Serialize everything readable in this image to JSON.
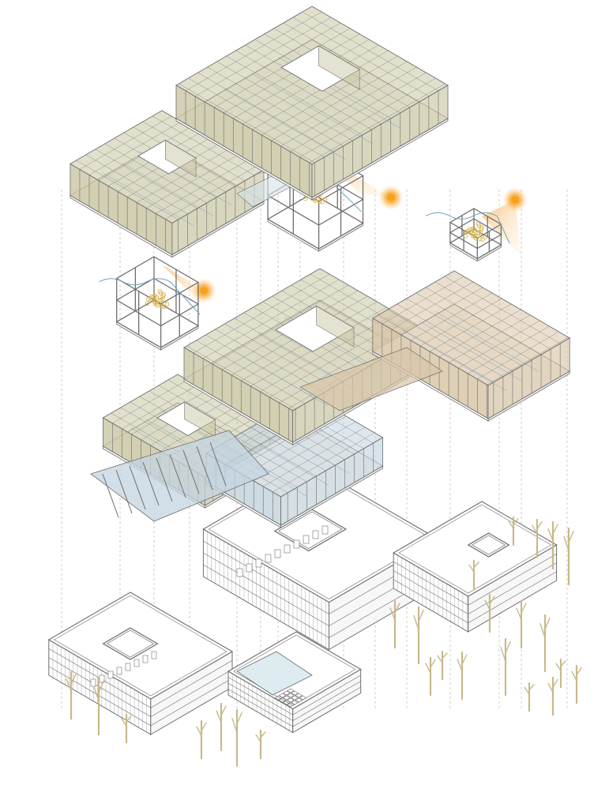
{
  "diagram": {
    "kind": "exploded-axonometric-building",
    "colors": {
      "background": "#ffffff",
      "line": "#6e6e6e",
      "guide": "#bdbdbd",
      "olive_fill": "#c9c6a4",
      "blue_fill": "#c4d4e0",
      "tan_fill": "#d8c5a8",
      "sun_core": "#f7a21a",
      "sun_ray": "#fbd9a8",
      "airflow": "#6fa4c4",
      "tree": "#c8b98a",
      "greenery": "#d9b24a"
    },
    "layers": [
      {
        "name": "upper-floor-north",
        "fill": "olive"
      },
      {
        "name": "upper-floor-west",
        "fill": "olive"
      },
      {
        "name": "courtyard-module-east",
        "fill": "none"
      },
      {
        "name": "courtyard-module-small",
        "fill": "none"
      },
      {
        "name": "courtyard-module-west",
        "fill": "none"
      },
      {
        "name": "middle-floor",
        "fill": "olive-tan"
      },
      {
        "name": "ground-floor",
        "fill": "olive-blue"
      },
      {
        "name": "site-massing",
        "fill": "white"
      }
    ],
    "icons": [
      "sun-icon",
      "airflow-icon",
      "tree-icon"
    ]
  }
}
